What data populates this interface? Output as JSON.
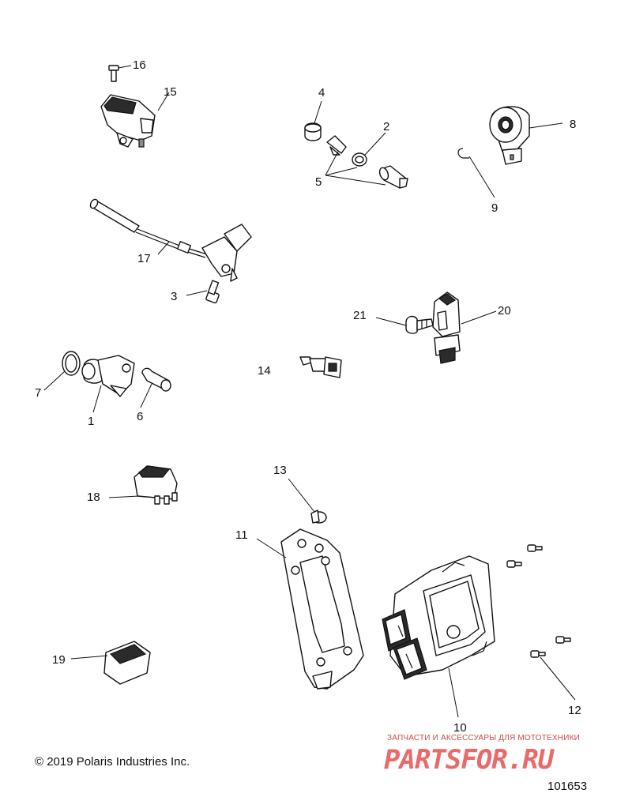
{
  "labels": {
    "p1": "1",
    "p2": "2",
    "p3": "3",
    "p4": "4",
    "p5": "5",
    "p6": "6",
    "p7": "7",
    "p8": "8",
    "p9": "9",
    "p10": "10",
    "p11": "11",
    "p12": "12",
    "p13": "13",
    "p14": "14",
    "p15": "15",
    "p16": "16",
    "p17": "17",
    "p18": "18",
    "p19": "19",
    "p20": "20",
    "p21": "21"
  },
  "footer": {
    "copyright": "© 2019 Polaris Industries Inc.",
    "doc_number": "101653"
  },
  "watermark": {
    "caption": "ЗАПЧАСТИ И АКСЕССУАРЫ ДЛЯ МОТОТЕХНИКИ",
    "logo": "PARTSFOR.RU"
  }
}
